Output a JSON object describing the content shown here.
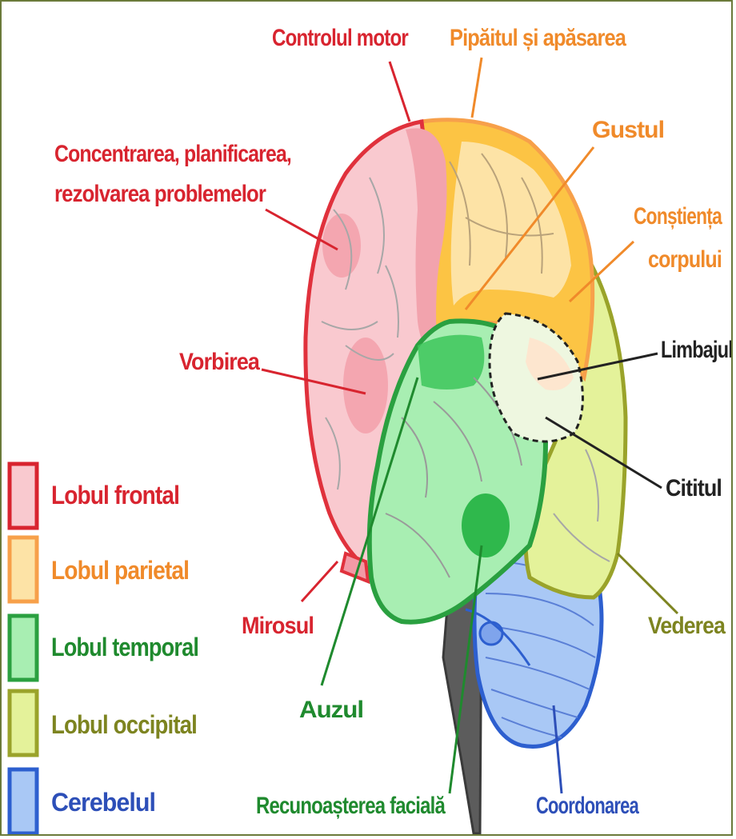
{
  "labels": {
    "motor": "Controlul motor",
    "touch": "Pipăitul și apăsarea",
    "concentration_line1": "Concentrarea, planificarea,",
    "concentration_line2": "rezolvarea problemelor",
    "taste": "Gustul",
    "body_awareness_line1": "Conștiența",
    "body_awareness_line2": "corpului",
    "language": "Limbajul",
    "speech": "Vorbirea",
    "reading": "Cititul",
    "smell": "Mirosul",
    "vision": "Vederea",
    "hearing": "Auzul",
    "face_recognition": "Recunoașterea facială",
    "coordination": "Coordonarea"
  },
  "legend": [
    {
      "label": "Lobul frontal",
      "fill": "#f9c9cf",
      "stroke": "#d8242f",
      "text_color": "#d8242f"
    },
    {
      "label": "Lobul parietal",
      "fill": "#fde3a6",
      "stroke": "#f7a04a",
      "text_color": "#f08a2a"
    },
    {
      "label": "Lobul temporal",
      "fill": "#a8eeb2",
      "stroke": "#2aa040",
      "text_color": "#1f8a2e"
    },
    {
      "label": "Lobul occipital",
      "fill": "#e4f29a",
      "stroke": "#9aa32a",
      "text_color": "#7d8420"
    },
    {
      "label": "Cerebelul",
      "fill": "#a9c8f5",
      "stroke": "#2d5fcf",
      "text_color": "#2d4fb8"
    }
  ],
  "colors": {
    "frontal": "#f9c9cf",
    "frontal_stroke": "#e0313c",
    "parietal": "#fcc444",
    "parietal_light": "#fde3a6",
    "parietal_stroke": "#f7a04a",
    "temporal": "#a8eeb2",
    "temporal_stroke": "#2aa040",
    "occipital": "#e4f29a",
    "occipital_stroke": "#9aa32a",
    "cerebellum": "#a9c8f5",
    "cerebellum_stroke": "#2d5fcf",
    "brainstem": "#5c5c5c",
    "frame": "#6b7a3a"
  }
}
